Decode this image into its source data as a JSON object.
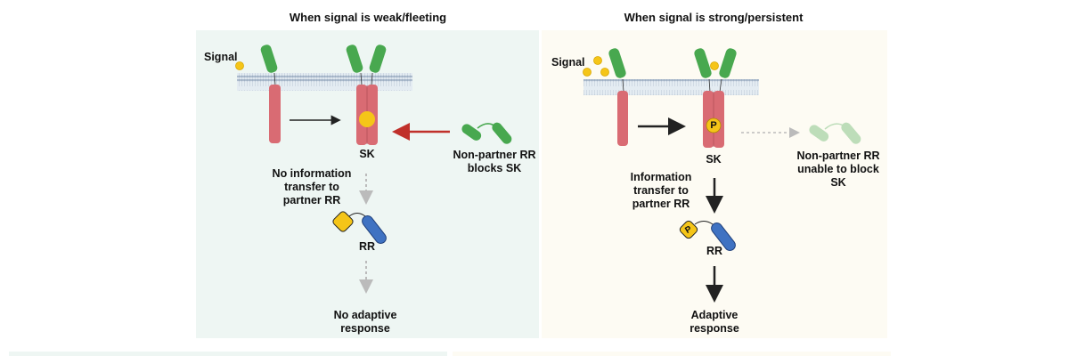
{
  "colors": {
    "weak_panel_bg": "#eef6f3",
    "strong_panel_bg": "#fdfbf3",
    "receptor_green": "#48a84f",
    "kinase_red": "#d96b73",
    "signal_yellow": "#f5c518",
    "rr_blue": "#3f72c2",
    "block_arrow_red": "#c0302a",
    "membrane": "#b8c6d6"
  },
  "panels": [
    {
      "id": "weak",
      "title": "When signal is weak/fleeting",
      "signal_label": "Signal",
      "sk_label": "SK",
      "non_partner_label_lines": [
        "Non-partner RR",
        "blocks SK"
      ],
      "transfer_label_lines": [
        "No information",
        "transfer to",
        "partner RR"
      ],
      "rr_label": "RR",
      "response_label_lines": [
        "No adaptive",
        "response"
      ],
      "phospho_mark": ""
    },
    {
      "id": "strong",
      "title": "When signal is strong/persistent",
      "signal_label": "Signal",
      "sk_label": "SK",
      "non_partner_label_lines": [
        "Non-partner RR",
        "unable to block",
        "SK"
      ],
      "transfer_label_lines": [
        "Information",
        "transfer to",
        "partner RR"
      ],
      "rr_label": "RR",
      "response_label_lines": [
        "Adaptive",
        "response"
      ],
      "phospho_mark": "P"
    }
  ]
}
